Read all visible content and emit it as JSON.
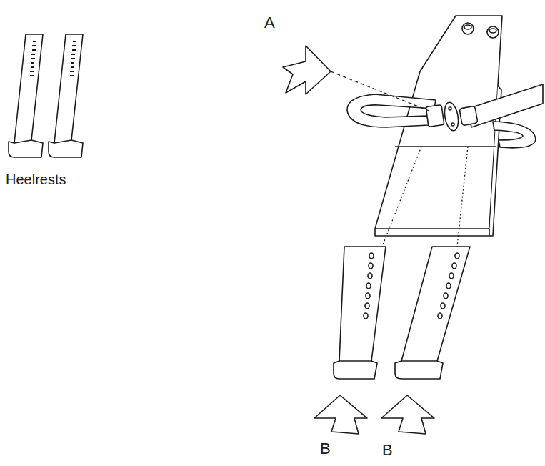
{
  "diagram": {
    "labels": [
      "Heelrests",
      "A",
      "B",
      "B"
    ]
  }
}
